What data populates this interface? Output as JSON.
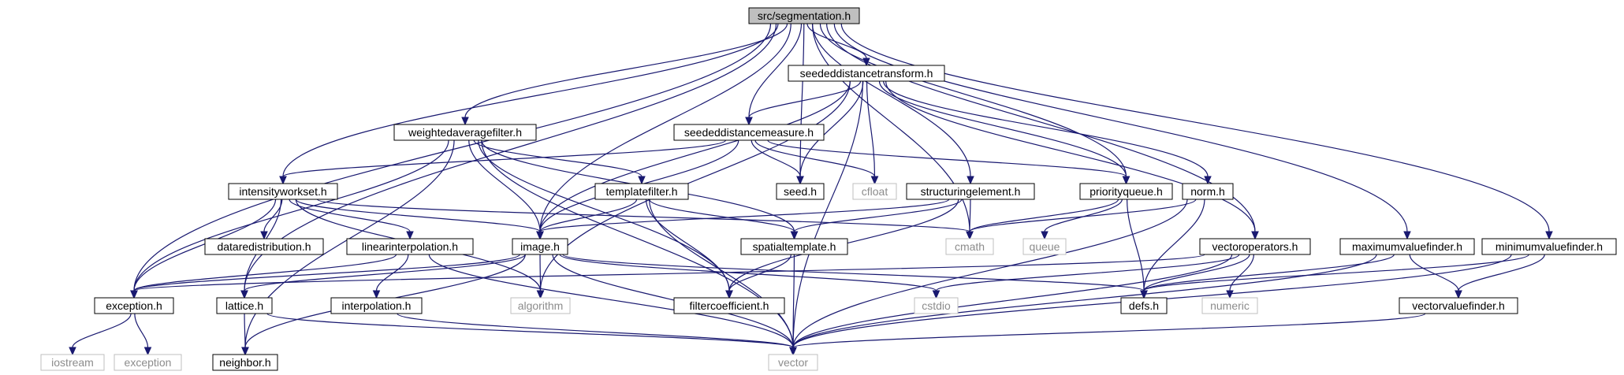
{
  "graph": {
    "colors": {
      "edge": "#191970",
      "node_border": "#000000",
      "external_border": "#bfbfbf",
      "external_text": "#8c8c8c",
      "root_fill": "#bfbfbf",
      "node_fill": "#ffffff"
    },
    "nodes": [
      {
        "id": "segmentation",
        "label": "src/segmentation.h",
        "kind": "root"
      },
      {
        "id": "seededdistancetransform",
        "label": "seededdistancetransform.h",
        "kind": "file"
      },
      {
        "id": "weightedaveragefilter",
        "label": "weightedaveragefilter.h",
        "kind": "file"
      },
      {
        "id": "seededdistancemeasure",
        "label": "seededdistancemeasure.h",
        "kind": "file"
      },
      {
        "id": "intensityworkset",
        "label": "intensityworkset.h",
        "kind": "file"
      },
      {
        "id": "templatefilter",
        "label": "templatefilter.h",
        "kind": "file"
      },
      {
        "id": "seed",
        "label": "seed.h",
        "kind": "file"
      },
      {
        "id": "cfloat",
        "label": "cfloat",
        "kind": "external"
      },
      {
        "id": "structuringelement",
        "label": "structuringelement.h",
        "kind": "file"
      },
      {
        "id": "priorityqueue",
        "label": "priorityqueue.h",
        "kind": "file"
      },
      {
        "id": "norm",
        "label": "norm.h",
        "kind": "file"
      },
      {
        "id": "dataredistribution",
        "label": "dataredistribution.h",
        "kind": "file"
      },
      {
        "id": "linearinterpolation",
        "label": "linearinterpolation.h",
        "kind": "file"
      },
      {
        "id": "image",
        "label": "image.h",
        "kind": "file"
      },
      {
        "id": "spatialtemplate",
        "label": "spatialtemplate.h",
        "kind": "file"
      },
      {
        "id": "cmath",
        "label": "cmath",
        "kind": "external"
      },
      {
        "id": "queue",
        "label": "queue",
        "kind": "external"
      },
      {
        "id": "vectoroperators",
        "label": "vectoroperators.h",
        "kind": "file"
      },
      {
        "id": "maximumvaluefinder",
        "label": "maximumvaluefinder.h",
        "kind": "file"
      },
      {
        "id": "minimumvaluefinder",
        "label": "minimumvaluefinder.h",
        "kind": "file"
      },
      {
        "id": "exception",
        "label": "exception.h",
        "kind": "file"
      },
      {
        "id": "lattice",
        "label": "lattice.h",
        "kind": "file"
      },
      {
        "id": "interpolation",
        "label": "interpolation.h",
        "kind": "file"
      },
      {
        "id": "algorithm",
        "label": "algorithm",
        "kind": "external"
      },
      {
        "id": "filtercoefficient",
        "label": "filtercoefficient.h",
        "kind": "file"
      },
      {
        "id": "cstdio",
        "label": "cstdio",
        "kind": "external"
      },
      {
        "id": "defs",
        "label": "defs.h",
        "kind": "file"
      },
      {
        "id": "numeric",
        "label": "numeric",
        "kind": "external"
      },
      {
        "id": "vectorvaluefinder",
        "label": "vectorvaluefinder.h",
        "kind": "file"
      },
      {
        "id": "iostream",
        "label": "iostream",
        "kind": "external"
      },
      {
        "id": "exceptionstd",
        "label": "exception",
        "kind": "external"
      },
      {
        "id": "neighbor",
        "label": "neighbor.h",
        "kind": "file"
      },
      {
        "id": "vector",
        "label": "vector",
        "kind": "external"
      }
    ],
    "edges": [
      [
        "segmentation",
        "seededdistancetransform"
      ],
      [
        "segmentation",
        "weightedaveragefilter"
      ],
      [
        "segmentation",
        "seededdistancemeasure"
      ],
      [
        "segmentation",
        "intensityworkset"
      ],
      [
        "segmentation",
        "image"
      ],
      [
        "segmentation",
        "exception"
      ],
      [
        "segmentation",
        "lattice"
      ],
      [
        "segmentation",
        "seed"
      ],
      [
        "segmentation",
        "structuringelement"
      ],
      [
        "segmentation",
        "priorityqueue"
      ],
      [
        "segmentation",
        "cmath"
      ],
      [
        "segmentation",
        "vectoroperators"
      ],
      [
        "segmentation",
        "maximumvaluefinder"
      ],
      [
        "segmentation",
        "minimumvaluefinder"
      ],
      [
        "seededdistancetransform",
        "seededdistancemeasure"
      ],
      [
        "seededdistancetransform",
        "image"
      ],
      [
        "seededdistancetransform",
        "algorithm"
      ],
      [
        "seededdistancetransform",
        "seed"
      ],
      [
        "seededdistancetransform",
        "cfloat"
      ],
      [
        "seededdistancetransform",
        "priorityqueue"
      ],
      [
        "seededdistancetransform",
        "norm"
      ],
      [
        "seededdistancetransform",
        "vectoroperators"
      ],
      [
        "seededdistancetransform",
        "vector"
      ],
      [
        "weightedaveragefilter",
        "exception"
      ],
      [
        "weightedaveragefilter",
        "neighbor"
      ],
      [
        "weightedaveragefilter",
        "vector"
      ],
      [
        "weightedaveragefilter",
        "image"
      ],
      [
        "weightedaveragefilter",
        "templatefilter"
      ],
      [
        "weightedaveragefilter",
        "filtercoefficient"
      ],
      [
        "weightedaveragefilter",
        "spatialtemplate"
      ],
      [
        "seededdistancemeasure",
        "intensityworkset"
      ],
      [
        "seededdistancemeasure",
        "image"
      ],
      [
        "seededdistancemeasure",
        "seed"
      ],
      [
        "seededdistancemeasure",
        "cfloat"
      ],
      [
        "seededdistancemeasure",
        "priorityqueue"
      ],
      [
        "intensityworkset",
        "exception"
      ],
      [
        "intensityworkset",
        "dataredistribution"
      ],
      [
        "intensityworkset",
        "linearinterpolation"
      ],
      [
        "intensityworkset",
        "lattice"
      ],
      [
        "intensityworkset",
        "image"
      ],
      [
        "intensityworkset",
        "algorithm"
      ],
      [
        "intensityworkset",
        "cmath"
      ],
      [
        "templatefilter",
        "image"
      ],
      [
        "templatefilter",
        "spatialtemplate"
      ],
      [
        "templatefilter",
        "filtercoefficient"
      ],
      [
        "templatefilter",
        "vector"
      ],
      [
        "structuringelement",
        "image"
      ],
      [
        "structuringelement",
        "spatialtemplate"
      ],
      [
        "structuringelement",
        "cmath"
      ],
      [
        "structuringelement",
        "filtercoefficient"
      ],
      [
        "priorityqueue",
        "cmath"
      ],
      [
        "priorityqueue",
        "queue"
      ],
      [
        "priorityqueue",
        "defs"
      ],
      [
        "norm",
        "cmath"
      ],
      [
        "norm",
        "defs"
      ],
      [
        "norm",
        "vector"
      ],
      [
        "linearinterpolation",
        "exception"
      ],
      [
        "linearinterpolation",
        "interpolation"
      ],
      [
        "linearinterpolation",
        "vector"
      ],
      [
        "image",
        "exception"
      ],
      [
        "image",
        "lattice"
      ],
      [
        "image",
        "neighbor"
      ],
      [
        "image",
        "algorithm"
      ],
      [
        "image",
        "vector"
      ],
      [
        "image",
        "cstdio"
      ],
      [
        "image",
        "defs"
      ],
      [
        "spatialtemplate",
        "filtercoefficient"
      ],
      [
        "spatialtemplate",
        "vector"
      ],
      [
        "vectoroperators",
        "exception"
      ],
      [
        "vectoroperators",
        "cstdio"
      ],
      [
        "vectoroperators",
        "defs"
      ],
      [
        "vectoroperators",
        "numeric"
      ],
      [
        "vectoroperators",
        "vector"
      ],
      [
        "maximumvaluefinder",
        "defs"
      ],
      [
        "maximumvaluefinder",
        "vectorvaluefinder"
      ],
      [
        "maximumvaluefinder",
        "vector"
      ],
      [
        "minimumvaluefinder",
        "defs"
      ],
      [
        "minimumvaluefinder",
        "vectorvaluefinder"
      ],
      [
        "minimumvaluefinder",
        "vector"
      ],
      [
        "vectorvaluefinder",
        "vector"
      ],
      [
        "exception",
        "iostream"
      ],
      [
        "exception",
        "exceptionstd"
      ],
      [
        "lattice",
        "neighbor"
      ],
      [
        "lattice",
        "vector"
      ],
      [
        "interpolation",
        "vector"
      ]
    ]
  }
}
